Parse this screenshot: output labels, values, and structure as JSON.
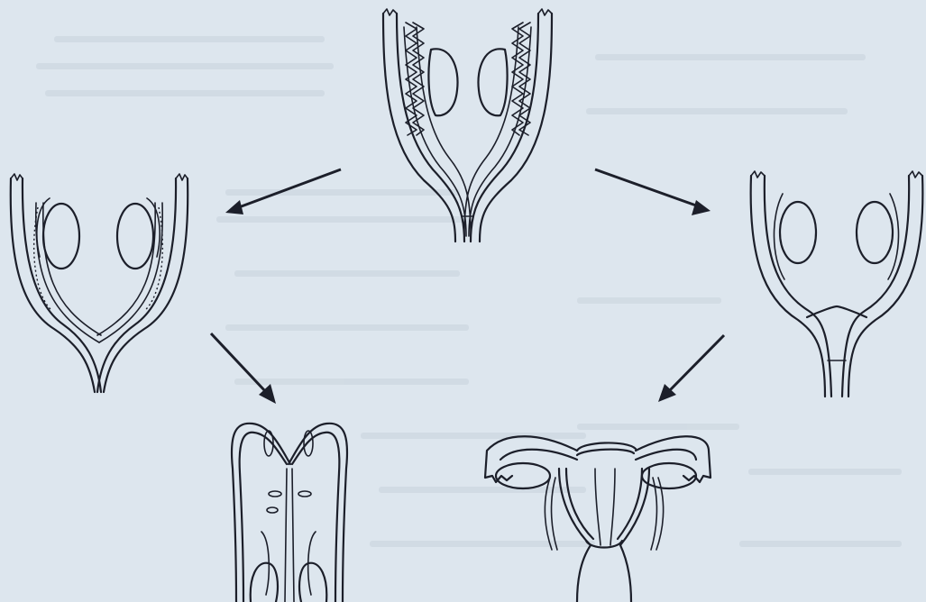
{
  "figure": {
    "background_color": "#dde6ee",
    "line_color": "#1c1f2a",
    "shows_text": false,
    "panels": [
      {
        "name": "indifferent-stage"
      },
      {
        "name": "male-duct-stage"
      },
      {
        "name": "female-duct-stage"
      },
      {
        "name": "male-adult"
      },
      {
        "name": "female-adult"
      }
    ],
    "arrows": [
      {
        "from": "indifferent-stage",
        "to": "male-duct-stage",
        "direction": "down-left"
      },
      {
        "from": "indifferent-stage",
        "to": "female-duct-stage",
        "direction": "down-right"
      },
      {
        "from": "male-duct-stage",
        "to": "male-adult",
        "direction": "down-right"
      },
      {
        "from": "female-duct-stage",
        "to": "female-adult",
        "direction": "down-left"
      }
    ]
  }
}
